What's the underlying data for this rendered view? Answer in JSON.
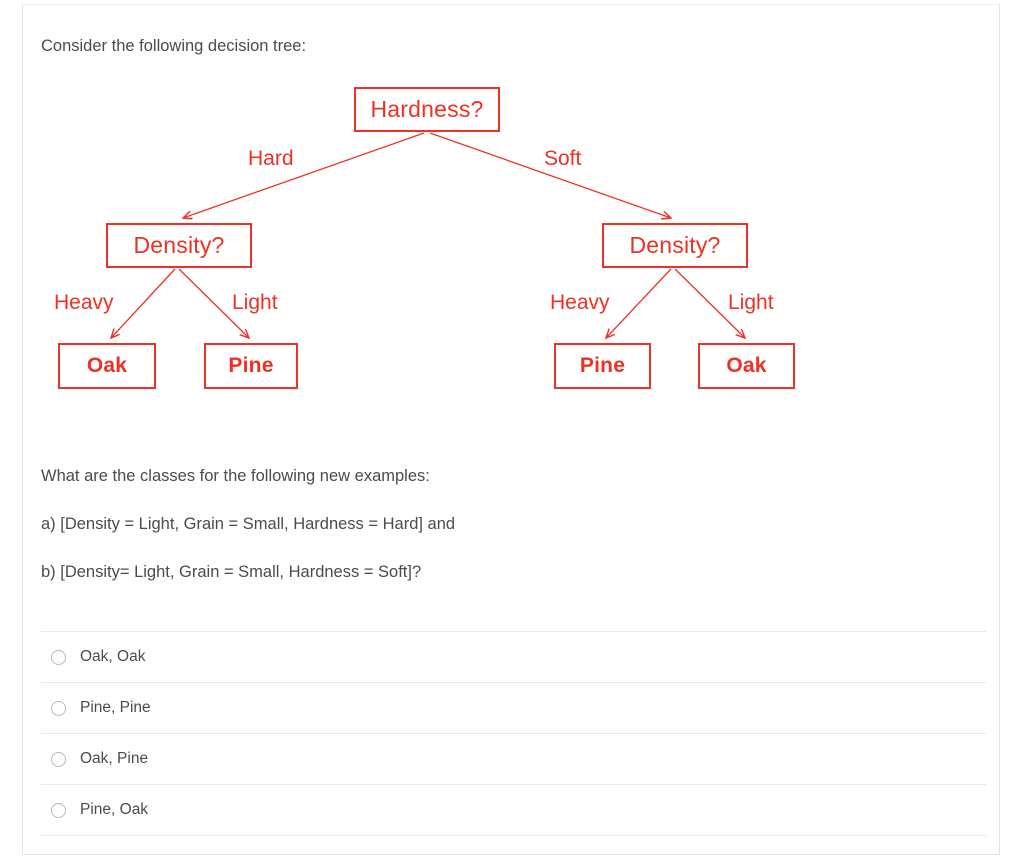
{
  "prompt": {
    "intro": "Consider the following decision tree:",
    "question_lead": "What are the classes for the following new examples:",
    "example_a": "a) [Density = Light, Grain = Small, Hardness = Hard] and",
    "example_b": "b) [Density= Light, Grain = Small, Hardness = Soft]?"
  },
  "colors": {
    "tree_red": "#ee3124",
    "body_text": "#4b4b4b",
    "divider": "#e9e9e9",
    "radio_border": "#b5bac0"
  },
  "tree": {
    "root": {
      "label": "Hardness?"
    },
    "branches": [
      {
        "label": "Hard"
      },
      {
        "label": "Soft"
      }
    ],
    "level2": [
      {
        "label": "Density?"
      },
      {
        "label": "Density?"
      }
    ],
    "level2_branches": [
      {
        "label": "Heavy"
      },
      {
        "label": "Light"
      },
      {
        "label": "Heavy"
      },
      {
        "label": "Light"
      }
    ],
    "leaves": [
      {
        "label": "Oak"
      },
      {
        "label": "Pine"
      },
      {
        "label": "Pine"
      },
      {
        "label": "Oak"
      }
    ]
  },
  "options": [
    {
      "label": "Oak, Oak",
      "selected": false
    },
    {
      "label": "Pine, Pine",
      "selected": false
    },
    {
      "label": "Oak, Pine",
      "selected": false
    },
    {
      "label": "Pine, Oak",
      "selected": false
    }
  ]
}
